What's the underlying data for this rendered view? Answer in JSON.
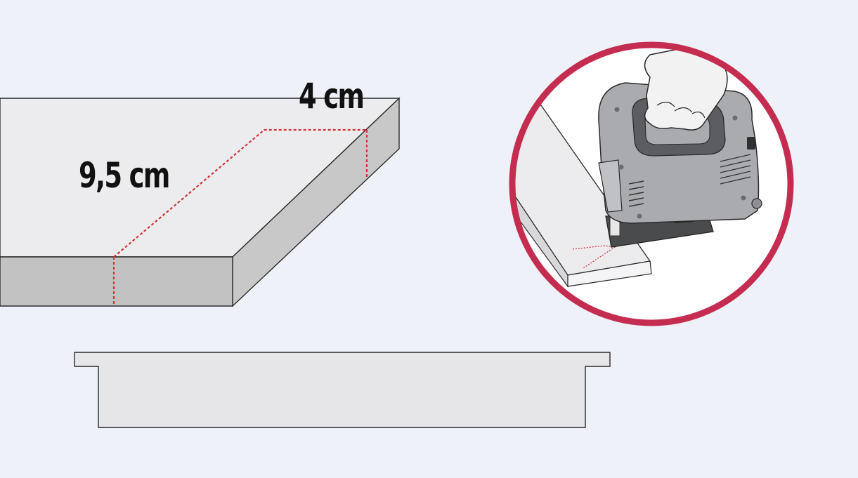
{
  "labels": {
    "depth": "4 cm",
    "length": "9,5 cm"
  },
  "colors": {
    "background": "#eef2f8",
    "board_top": "#ececef",
    "board_side": "#c8c8c8",
    "board_front": "#c2c2c2",
    "outline": "#2a2a2a",
    "cut_line": "#d0343a",
    "magnifier_ring": "#c42d50",
    "tool_body": "#a9abae",
    "tool_dark": "#5b5d60",
    "hand": "#f2f2f2"
  },
  "icons": {
    "board": "plank-with-cut-marks",
    "profile": "stepped-board-profile",
    "detail": "jigsaw-cutting-board-illustration"
  }
}
